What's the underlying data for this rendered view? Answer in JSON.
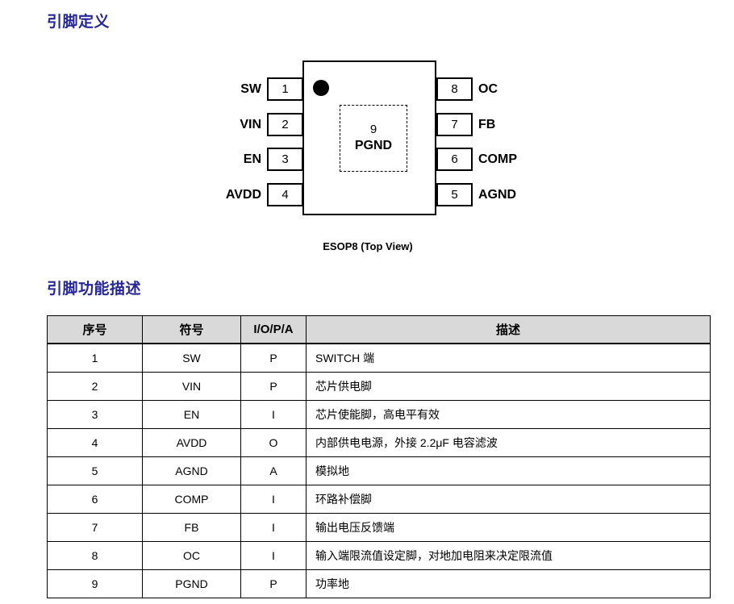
{
  "headings": {
    "pin_definition": "引脚定义",
    "pin_function": "引脚功能描述"
  },
  "colors": {
    "heading": "#262697",
    "table_header_bg": "#d9d9d9",
    "outline": "#000000"
  },
  "package_diagram": {
    "caption": "ESOP8 (Top View)",
    "orientation_dot": "pin1-marker-dot",
    "thermal_pad": {
      "number": "9",
      "label": "PGND"
    },
    "left_pins": [
      {
        "number": "1",
        "name": "SW"
      },
      {
        "number": "2",
        "name": "VIN"
      },
      {
        "number": "3",
        "name": "EN"
      },
      {
        "number": "4",
        "name": "AVDD"
      }
    ],
    "right_pins": [
      {
        "number": "8",
        "name": "OC"
      },
      {
        "number": "7",
        "name": "FB"
      },
      {
        "number": "6",
        "name": "COMP"
      },
      {
        "number": "5",
        "name": "AGND"
      }
    ]
  },
  "pin_table": {
    "headers": [
      "序号",
      "符号",
      "I/O/P/A",
      "描述"
    ],
    "rows": [
      {
        "no": "1",
        "symbol": "SW",
        "io": "P",
        "desc": "SWITCH 端"
      },
      {
        "no": "2",
        "symbol": "VIN",
        "io": "P",
        "desc": "芯片供电脚"
      },
      {
        "no": "3",
        "symbol": "EN",
        "io": "I",
        "desc": "芯片使能脚，高电平有效"
      },
      {
        "no": "4",
        "symbol": "AVDD",
        "io": "O",
        "desc": "内部供电电源，外接 2.2μF 电容滤波"
      },
      {
        "no": "5",
        "symbol": "AGND",
        "io": "A",
        "desc": "模拟地"
      },
      {
        "no": "6",
        "symbol": "COMP",
        "io": "I",
        "desc": "环路补偿脚"
      },
      {
        "no": "7",
        "symbol": "FB",
        "io": "I",
        "desc": "输出电压反馈端"
      },
      {
        "no": "8",
        "symbol": "OC",
        "io": "I",
        "desc": "输入端限流值设定脚，对地加电阻来决定限流值"
      },
      {
        "no": "9",
        "symbol": "PGND",
        "io": "P",
        "desc": "功率地"
      }
    ]
  }
}
